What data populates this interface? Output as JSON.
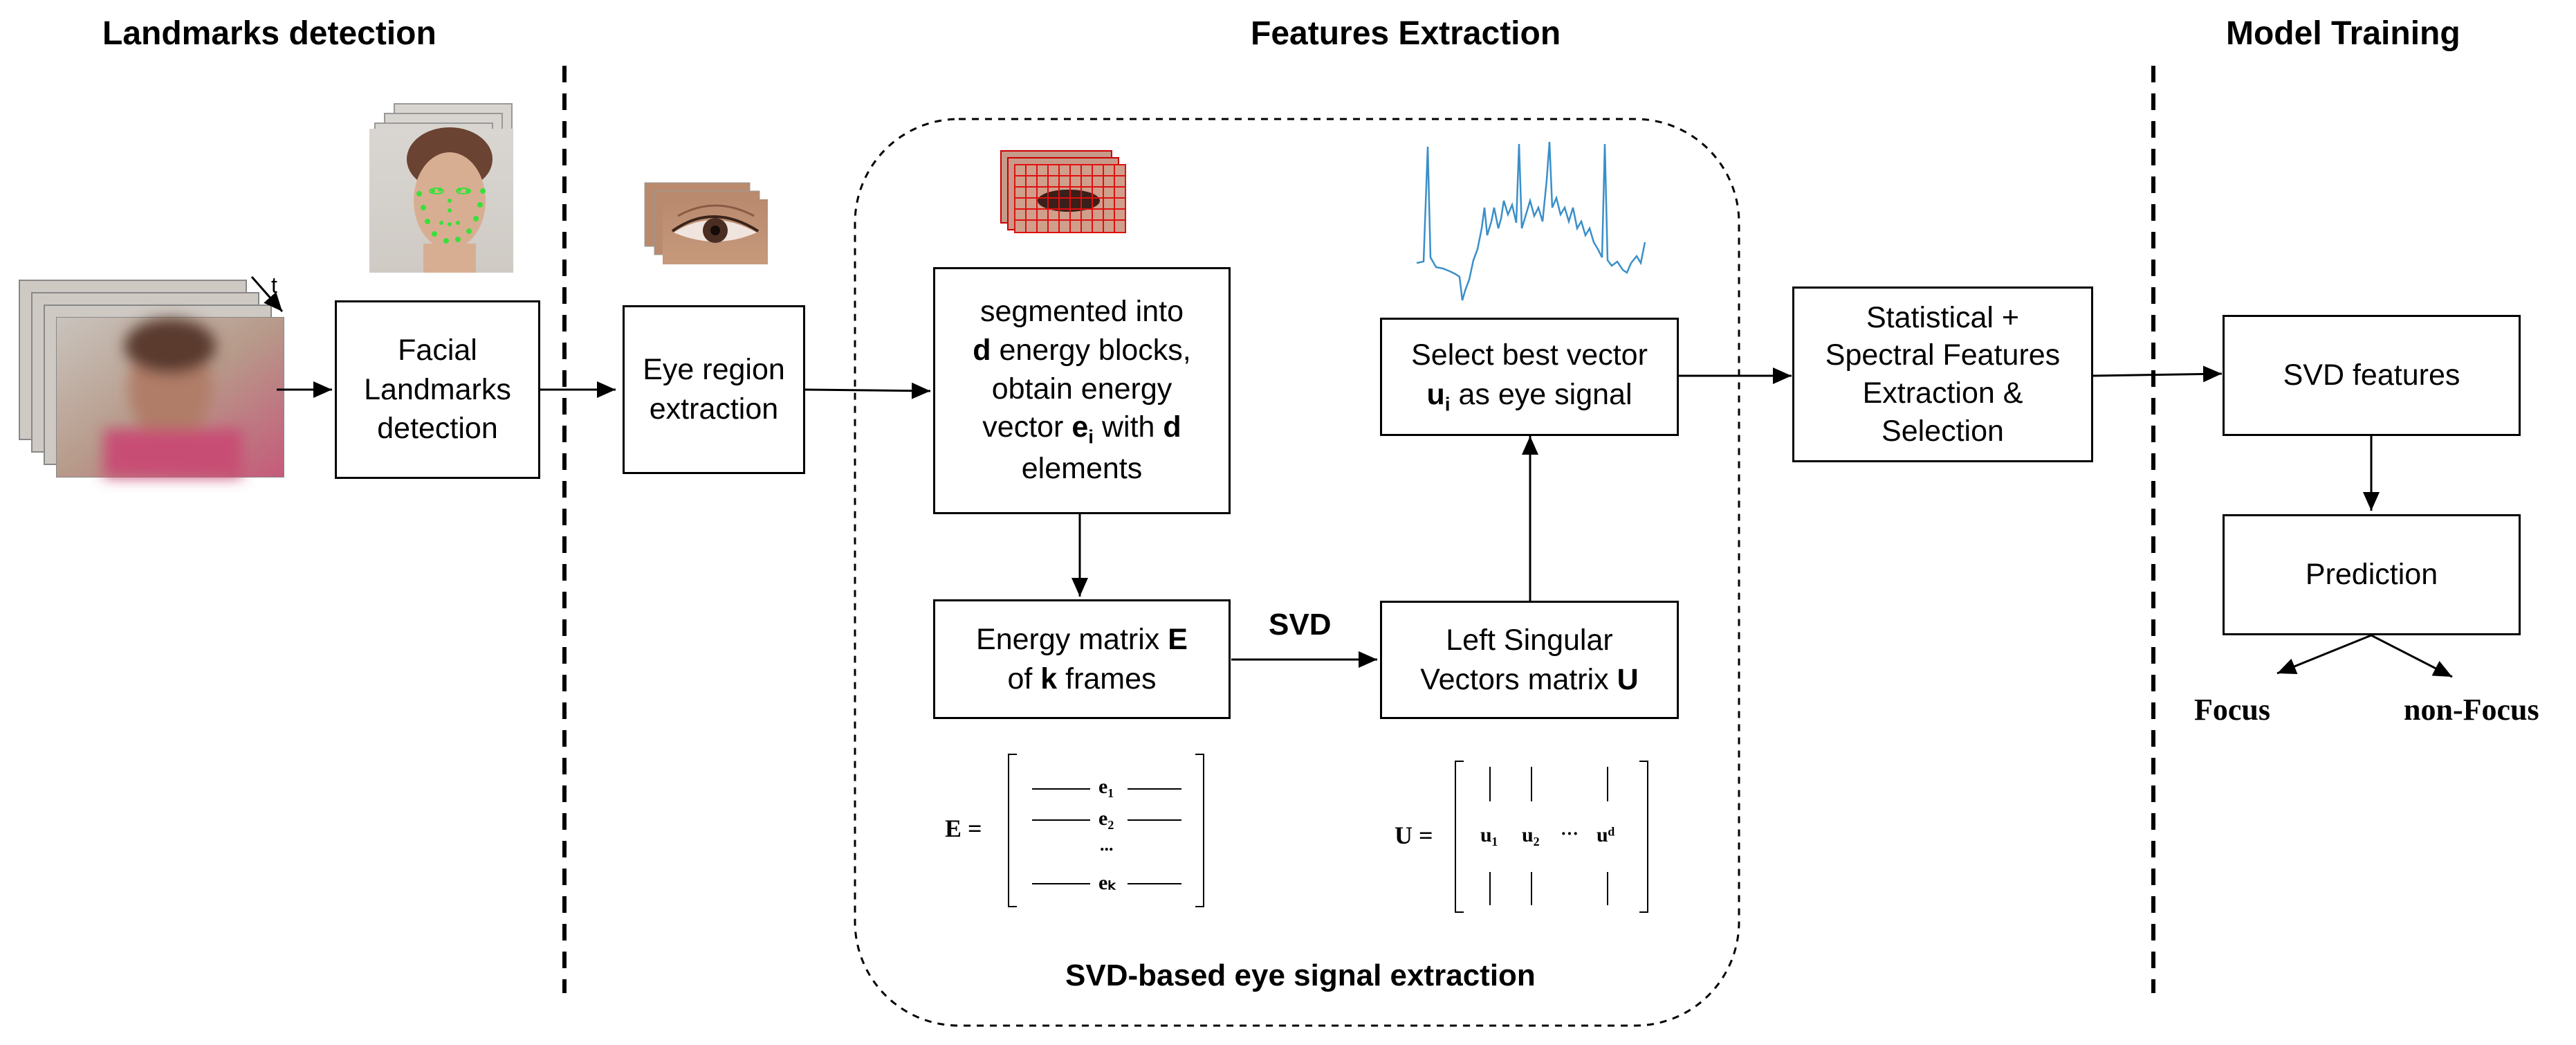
{
  "sections": {
    "landmarks": "Landmarks detection",
    "features": "Features Extraction",
    "training": "Model Training"
  },
  "time_label": "t",
  "boxes": {
    "facial": [
      "Facial",
      "Landmarks",
      "detection"
    ],
    "eye_region": [
      "Eye region",
      "extraction"
    ],
    "segmented": {
      "l1": "segmented into",
      "l2_bold": "d",
      "l2_rest": " energy blocks,",
      "l3": "obtain energy",
      "l4_pre": "vector ",
      "l4_bold": "e",
      "l4_sub": "i",
      "l4_mid": " with ",
      "l4_bold2": "d",
      "l5": "elements"
    },
    "energy": {
      "l1_pre": "Energy matrix ",
      "l1_bold": "E",
      "l2_pre": "of ",
      "l2_bold": "k",
      "l2_rest": " frames"
    },
    "left_singular": {
      "l1": "Left Singular",
      "l2_pre": "Vectors matrix ",
      "l2_bold": "U"
    },
    "select": {
      "l1": "Select best vector",
      "l2_bold": "u",
      "l2_sub": "i",
      "l2_rest": " as eye signal"
    },
    "statistical": [
      "Statistical +",
      "Spectral Features",
      "Extraction &",
      "Selection"
    ],
    "svd_features": "SVD features",
    "prediction": "Prediction"
  },
  "svd_arrow_label": "SVD",
  "region_label": "SVD-based eye signal extraction",
  "matrix_e": {
    "lhs": "E =",
    "rows": [
      "e₁",
      "e₂",
      "...",
      "eₖ"
    ]
  },
  "matrix_u": {
    "lhs": "U =",
    "cols": [
      "u₁",
      "u₂",
      "···",
      "uᵈ"
    ]
  },
  "outputs": {
    "focus": "Focus",
    "non_focus": "non-Focus"
  }
}
